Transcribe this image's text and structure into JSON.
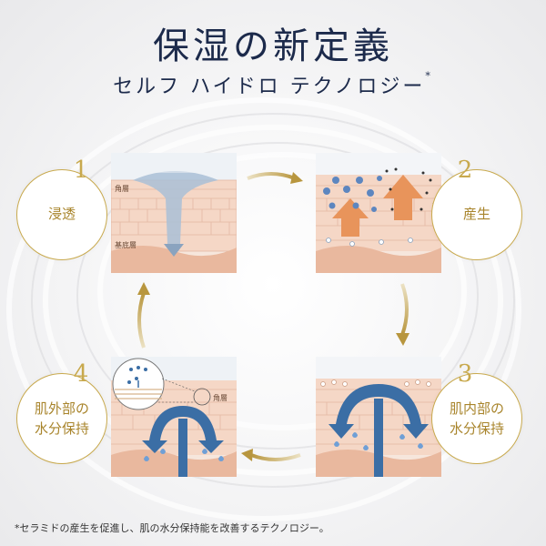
{
  "header": {
    "title": "保湿の新定義",
    "subtitle": "セルフ ハイドロ テクノロジー",
    "subtitle_mark": "*"
  },
  "steps": [
    {
      "number": "1",
      "label_lines": [
        "浸透"
      ]
    },
    {
      "number": "2",
      "label_lines": [
        "産生"
      ]
    },
    {
      "number": "3",
      "label_lines": [
        "肌内部の",
        "水分保持"
      ]
    },
    {
      "number": "4",
      "label_lines": [
        "肌外部の",
        "水分保持"
      ]
    }
  ],
  "panel_labels": {
    "panel1_top": "角層",
    "panel1_bottom": "基底層",
    "panel4_side": "角層"
  },
  "footnote": "*セラミドの産生を促進し、肌の水分保持能を改善するテクノロジー。",
  "colors": {
    "title": "#1c2a4b",
    "gold": "#c8a94d",
    "skin": "#f3d4c2",
    "water": "#3b6ea5"
  }
}
